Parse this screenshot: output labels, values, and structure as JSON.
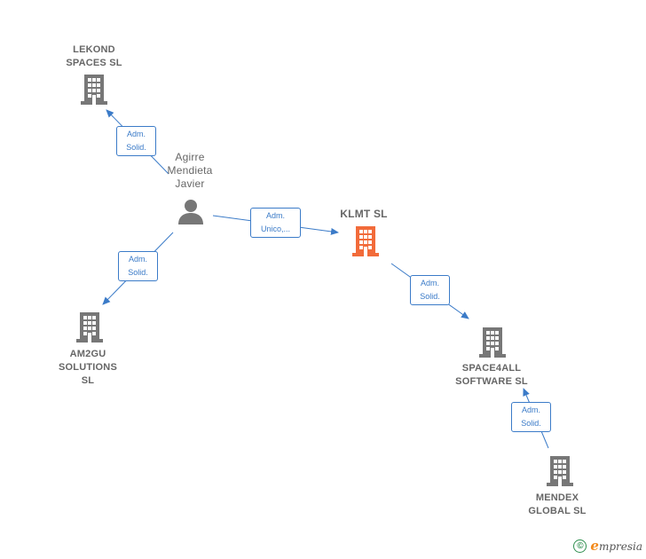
{
  "nodes": {
    "lekond": {
      "lines": [
        "LEKOND",
        "SPACES  SL"
      ],
      "kind": "company"
    },
    "agirre": {
      "lines": [
        "Agirre",
        "Mendieta",
        "Javier"
      ],
      "kind": "person"
    },
    "klmt": {
      "lines": [
        "KLMT  SL"
      ],
      "kind": "company-main"
    },
    "am2gu": {
      "lines": [
        "AM2GU",
        "SOLUTIONS",
        "SL"
      ],
      "kind": "company"
    },
    "space4all": {
      "lines": [
        "SPACE4ALL",
        "SOFTWARE  SL"
      ],
      "kind": "company"
    },
    "mendex": {
      "lines": [
        "MENDEX",
        "GLOBAL  SL"
      ],
      "kind": "company"
    }
  },
  "edges": {
    "agirre_lekond": {
      "lines": [
        "Adm.",
        "Solid."
      ]
    },
    "agirre_klmt": {
      "lines": [
        "Adm.",
        "Unico,..."
      ]
    },
    "agirre_am2gu": {
      "lines": [
        "Adm.",
        "Solid."
      ]
    },
    "klmt_space4all": {
      "lines": [
        "Adm.",
        "Solid."
      ]
    },
    "mendex_space4all": {
      "lines": [
        "Adm.",
        "Solid."
      ]
    }
  },
  "colors": {
    "company_icon": "#777777",
    "main_icon": "#f26b3a",
    "edge": "#3b7bc8",
    "label_text": "#666666"
  },
  "footer": {
    "copyright_symbol": "©",
    "brand_initial": "e",
    "brand_rest": "mpresia"
  }
}
